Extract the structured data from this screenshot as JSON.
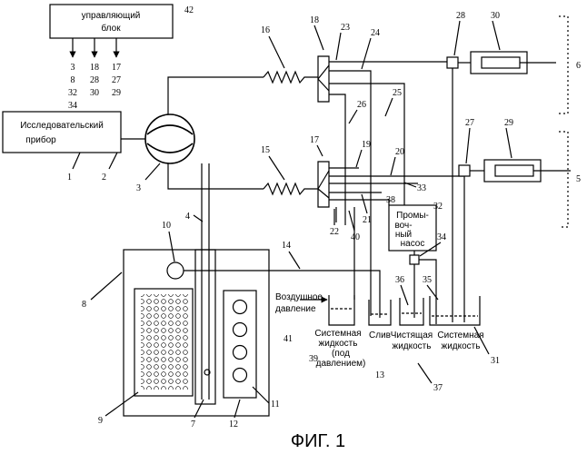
{
  "figure": {
    "caption": "ФИГ. 1",
    "control_unit": {
      "label_line1": "управляющий",
      "label_line2": "блок",
      "ref": "42"
    },
    "control_outputs": {
      "row1": [
        "3",
        "18",
        "17"
      ],
      "row2": [
        "8",
        "28",
        "27"
      ],
      "row3": [
        "32",
        "30",
        "29"
      ],
      "row4": [
        "34"
      ]
    },
    "instrument": {
      "label_line1": "Исследовательский",
      "label_line2": "прибор",
      "ref": "1"
    },
    "wash_pump": {
      "label_line1": "Промы-",
      "label_line2": "воч-",
      "label_line3": "ный",
      "label_line4": "насос",
      "ref": "32"
    },
    "air_pressure": {
      "label_line1": "Воздушное",
      "label_line2": "давление",
      "ref": "41"
    },
    "system_fluid_pressurized": {
      "label_line1": "Системная",
      "label_line2": "жидкость",
      "label_line3": "(под",
      "label_line4": "давлением)",
      "ref": "39"
    },
    "drain": {
      "label": "Слив",
      "ref": "13"
    },
    "cleaning_fluid": {
      "label_line1": "Чистящая",
      "label_line2": "жидкость",
      "ref": "37"
    },
    "system_fluid": {
      "label_line1": "Системная",
      "label_line2": "жидкость",
      "ref": "31"
    },
    "refs": {
      "r2": "2",
      "r3": "3",
      "r4": "4",
      "r5": "5",
      "r6": "6",
      "r7": "7",
      "r8": "8",
      "r9": "9",
      "r10": "10",
      "r11": "11",
      "r12": "12",
      "r14": "14",
      "r15": "15",
      "r16": "16",
      "r17": "17",
      "r18": "18",
      "r19": "19",
      "r20": "20",
      "r21": "21",
      "r22": "22",
      "r23": "23",
      "r24": "24",
      "r25": "25",
      "r26": "26",
      "r27": "27",
      "r28": "28",
      "r29": "29",
      "r30": "30",
      "r33": "33",
      "r34": "34",
      "r35": "35",
      "r36": "36",
      "r38": "38",
      "r40": "40"
    }
  }
}
